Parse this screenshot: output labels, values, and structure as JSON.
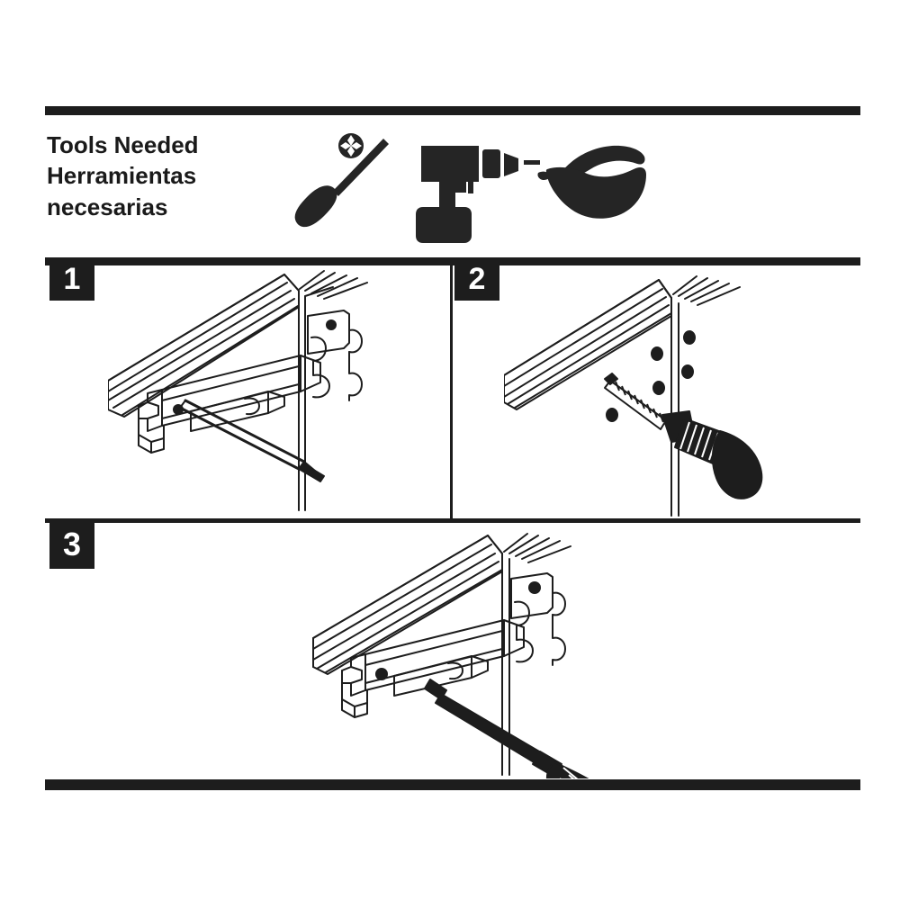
{
  "document": {
    "type": "assembly-instruction-sheet",
    "background_color": "#ffffff",
    "ink_color": "#1d1d1d"
  },
  "tools_section": {
    "title_en": "Tools Needed",
    "title_es_line1": "Herramientas",
    "title_es_line2": "necesarias",
    "icons": [
      {
        "name": "phillips-screwdriver-icon",
        "label": "Phillips screwdriver"
      },
      {
        "name": "cordless-drill-icon",
        "label": "Cordless drill"
      },
      {
        "name": "safety-goggles-icon",
        "label": "Safety goggles"
      }
    ]
  },
  "steps": [
    {
      "number": "1",
      "name": "step-1",
      "illustration": "bracket-held-to-wall-marking-holes-with-pencil"
    },
    {
      "number": "2",
      "name": "step-2",
      "illustration": "cordless-drill-boring-marked-holes-in-wall",
      "marked_hole_count": 5
    },
    {
      "number": "3",
      "name": "step-3",
      "illustration": "bracket-fastened-to-wall-with-screwdriver"
    }
  ]
}
